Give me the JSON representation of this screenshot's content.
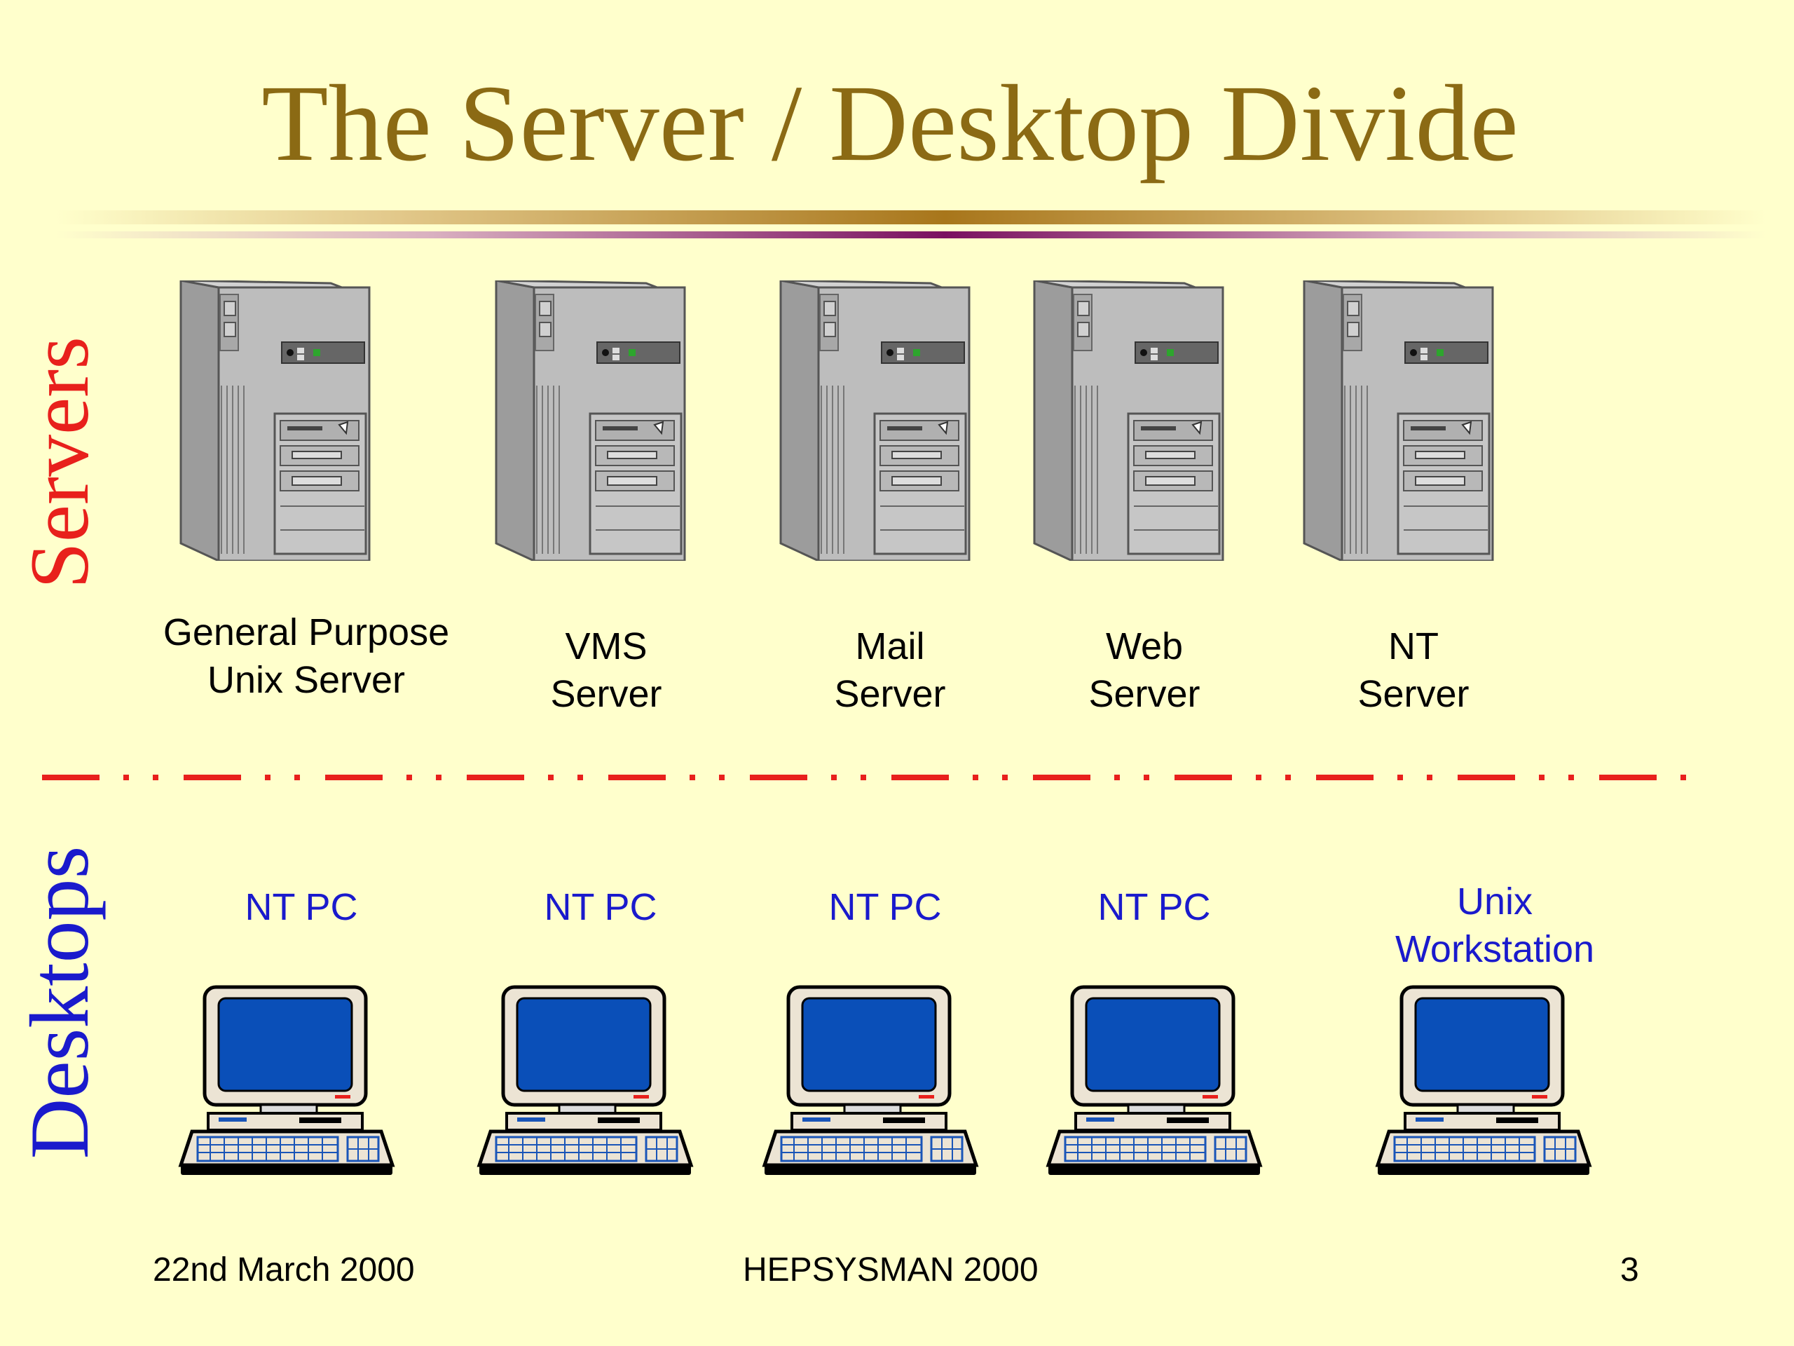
{
  "slide": {
    "title": "The Server / Desktop Divide",
    "servers_heading": "Servers",
    "desktops_heading": "Desktops"
  },
  "servers": [
    {
      "line1": "General Purpose",
      "line2": "Unix Server"
    },
    {
      "line1": "VMS",
      "line2": "Server"
    },
    {
      "line1": "Mail",
      "line2": "Server"
    },
    {
      "line1": "Web",
      "line2": "Server"
    },
    {
      "line1": "NT",
      "line2": "Server"
    }
  ],
  "desktops": [
    {
      "line1": "",
      "line2": "NT PC"
    },
    {
      "line1": "",
      "line2": "NT PC"
    },
    {
      "line1": "",
      "line2": "NT PC"
    },
    {
      "line1": "",
      "line2": "NT PC"
    },
    {
      "line1": "Unix",
      "line2": "Workstation"
    }
  ],
  "footer": {
    "date": "22nd March 2000",
    "event": "HEPSYSMAN 2000",
    "page": "3"
  },
  "colors": {
    "background": "#ffffcc",
    "title": "#8b6a14",
    "servers_heading": "#e8201c",
    "desktops_heading": "#1a1acc",
    "divider": "#e8201c",
    "screen": "#0a4fb8"
  },
  "icons": {
    "server": "server-tower-icon",
    "desktop": "desktop-computer-icon"
  }
}
